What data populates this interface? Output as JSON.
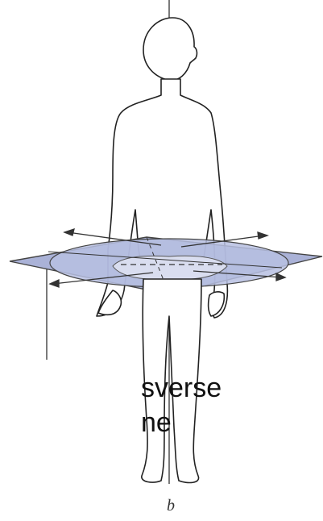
{
  "label": {
    "line1": "sverse",
    "line2": "ne"
  },
  "figure_letter": "b",
  "colors": {
    "plane_fill": "#8e98c9",
    "plane_edge": "#444444",
    "ellipse_fill": "#b7c0e2",
    "ink": "#222222",
    "cut_section": "#d9ddef"
  }
}
